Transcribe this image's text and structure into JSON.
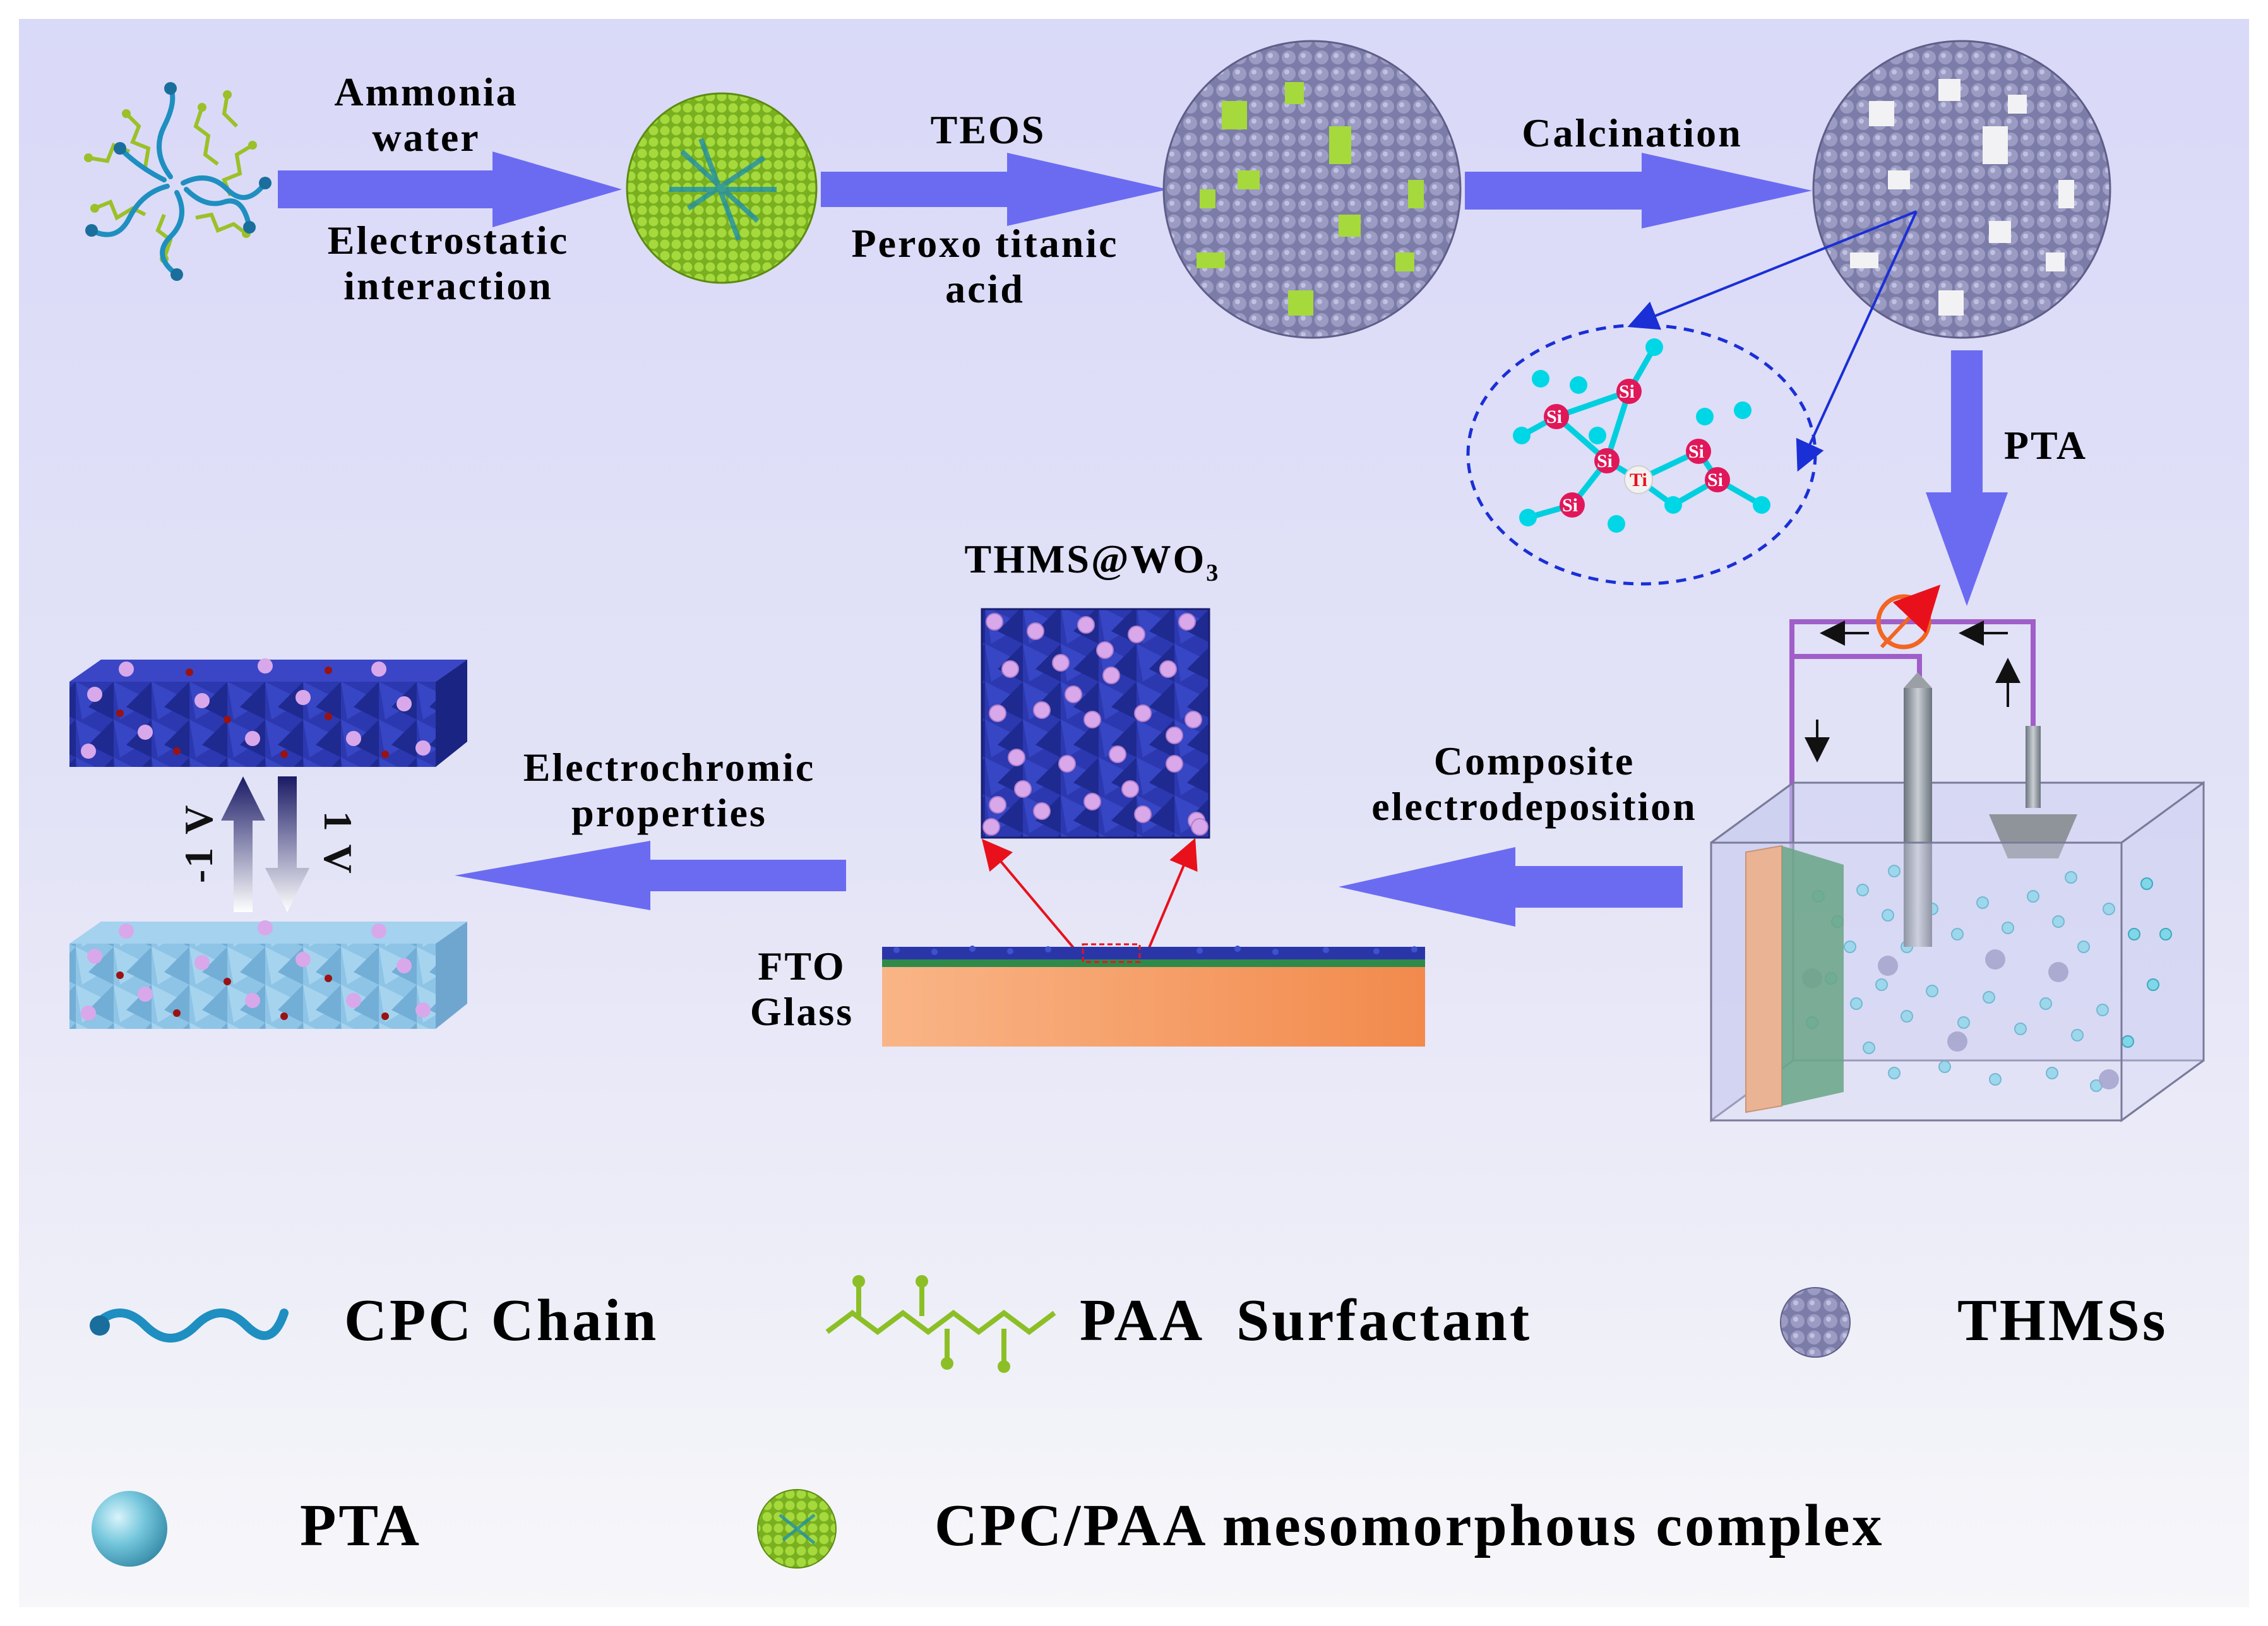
{
  "labels": {
    "ammonia": "Ammonia\nwater",
    "electrostatic": "Electrostatic\ninteraction",
    "teos": "TEOS",
    "peroxo": "Peroxo titanic\nacid",
    "calcination": "Calcination",
    "pta_step": "PTA",
    "composite": "Composite\nelectrodeposition",
    "thms_wo3": "THMS@WO₃",
    "electrochromic": "Electrochromic\nproperties",
    "fto": "FTO\nGlass",
    "v_neg": "-1 V",
    "v_pos": "1 V"
  },
  "molecule_atoms": {
    "si": "Si",
    "ti": "Ti"
  },
  "legend": [
    {
      "icon": "cpc-chain-icon",
      "label": "CPC Chain"
    },
    {
      "icon": "paa-surfactant-icon",
      "label": "PAA  Surfactant"
    },
    {
      "icon": "thms-sphere-icon",
      "label": "THMSs"
    },
    {
      "icon": "pta-sphere-icon",
      "label": "PTA"
    },
    {
      "icon": "mesomorphous-complex-icon",
      "label": "CPC/PAA mesomorphous complex"
    }
  ],
  "colors": {
    "arrow": "#6b6bf2",
    "silica": "#8b8bb4",
    "green": "#9acd32",
    "cyan_atom": "#00d7e6",
    "si_atom": "#e0185a",
    "film": "#2a36a8",
    "light_film": "#8fc7e8",
    "orange": "#f7a066",
    "pink": "#d4a6e8"
  }
}
